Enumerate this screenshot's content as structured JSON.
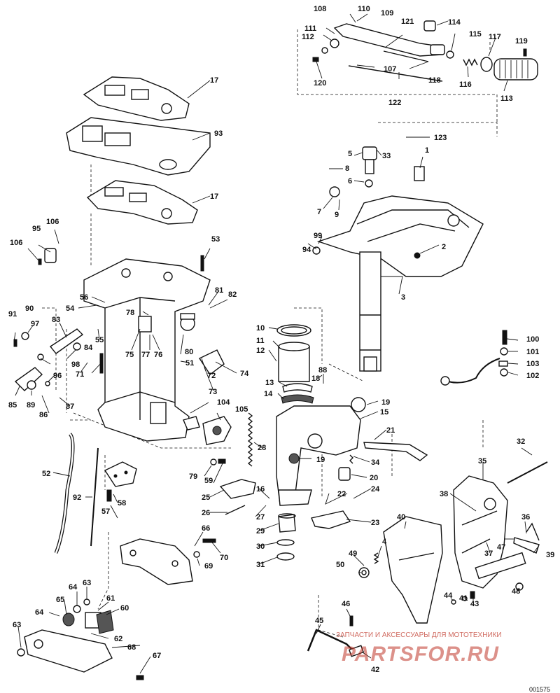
{
  "diagram": {
    "part_numbers": [
      "1",
      "2",
      "3",
      "4",
      "5",
      "6",
      "7",
      "8",
      "9",
      "10",
      "11",
      "12",
      "13",
      "14",
      "15",
      "16",
      "17",
      "17",
      "18",
      "19",
      "19",
      "20",
      "21",
      "22",
      "23",
      "24",
      "25",
      "26",
      "27",
      "28",
      "29",
      "30",
      "31",
      "32",
      "33",
      "34",
      "35",
      "36",
      "37",
      "38",
      "39",
      "40",
      "41",
      "42",
      "43",
      "44",
      "45",
      "46",
      "47",
      "48",
      "49",
      "50",
      "51",
      "52",
      "53",
      "54",
      "55",
      "56",
      "57",
      "58",
      "59",
      "60",
      "61",
      "62",
      "63",
      "63",
      "64",
      "64",
      "65",
      "66",
      "67",
      "68",
      "69",
      "70",
      "71",
      "72",
      "73",
      "74",
      "75",
      "76",
      "77",
      "78",
      "79",
      "80",
      "81",
      "82",
      "83",
      "84",
      "85",
      "86",
      "87",
      "88",
      "89",
      "90",
      "91",
      "92",
      "93",
      "94",
      "95",
      "96",
      "97",
      "98",
      "99",
      "100",
      "101",
      "102",
      "103",
      "104",
      "105",
      "106",
      "106",
      "107",
      "108",
      "109",
      "110",
      "111",
      "112",
      "113",
      "114",
      "115",
      "116",
      "117",
      "118",
      "119",
      "120",
      "121",
      "122",
      "123"
    ],
    "drawing_code": "001575"
  },
  "watermark": {
    "line1": "ЗАПЧАСТИ И АКСЕССУАРЫ ДЛЯ МОТОТЕХНИКИ",
    "line2": "PARTSFOR.RU"
  }
}
